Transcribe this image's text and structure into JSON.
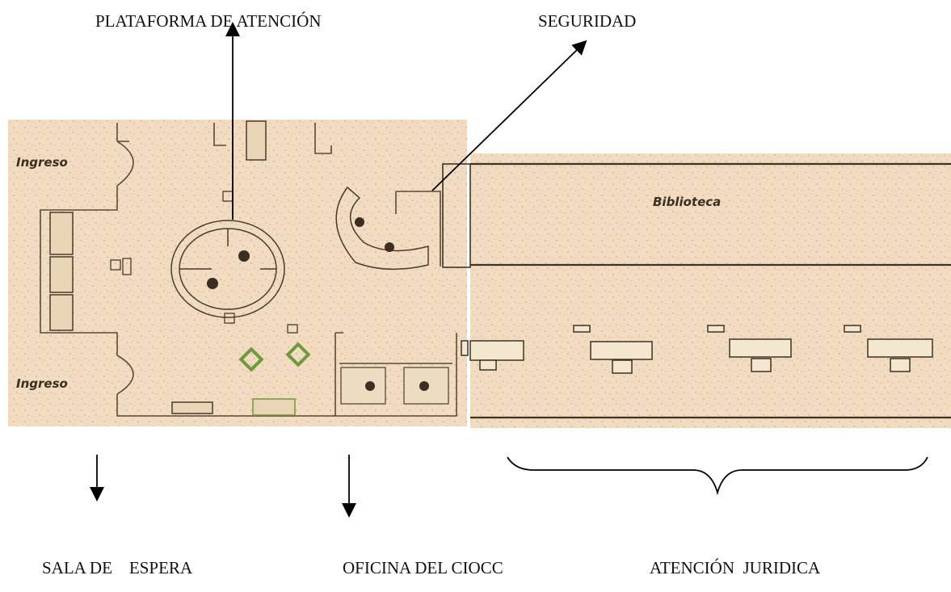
{
  "callouts": {
    "plataforma": "PLATAFORMA DE ATENCIÓN",
    "seguridad": "SEGURIDAD",
    "sala_espera": "SALA DE    ESPERA",
    "oficina": "OFICINA DEL CIOCC",
    "atencion_juridica": "ATENCIÓN  JURIDICA"
  },
  "plan_labels": {
    "ingreso_top": "Ingreso",
    "ingreso_bottom": "Ingreso",
    "biblioteca": "Biblioteca"
  },
  "colors": {
    "floor": "#f1dcc2",
    "wall": "#5a4a36",
    "fixture_green": "#6f9a3c",
    "arrow": "#000000"
  }
}
